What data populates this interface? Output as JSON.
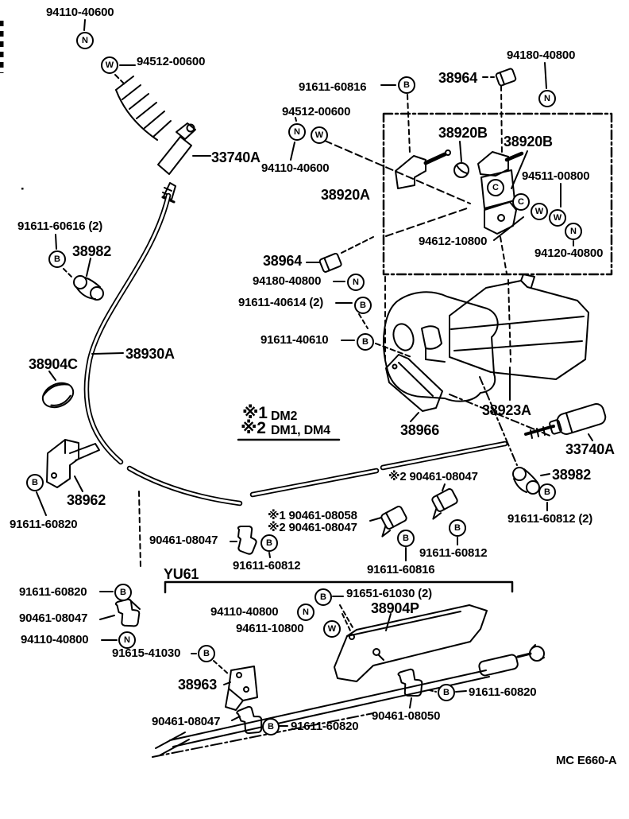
{
  "page": {
    "footer_code": "MC E660-A"
  },
  "legend": {
    "note1_mark": "※1",
    "note1_text": "DM2",
    "note2_mark": "※2",
    "note2_text": "DM1, DM4"
  },
  "group_bracket": {
    "label": "YU61"
  },
  "labels": [
    {
      "text": "94110-40600"
    },
    {
      "text": "94512-00600"
    },
    {
      "text": "33740A"
    },
    {
      "text": "91611-60816"
    },
    {
      "text": "38964"
    },
    {
      "text": "94180-40800"
    },
    {
      "text": "94512-00600"
    },
    {
      "text": "94110-40600"
    },
    {
      "text": "38920B"
    },
    {
      "text": "38920B"
    },
    {
      "text": "38920A"
    },
    {
      "text": "94511-00800"
    },
    {
      "text": "94612-10800"
    },
    {
      "text": "94120-40800"
    },
    {
      "text": "38964"
    },
    {
      "text": "94180-40800"
    },
    {
      "text": "91611-40614 (2)"
    },
    {
      "text": "91611-40610"
    },
    {
      "text": "91611-60616 (2)"
    },
    {
      "text": "38982"
    },
    {
      "text": "38930A"
    },
    {
      "text": "38904C"
    },
    {
      "text": "38962"
    },
    {
      "text": "91611-60820"
    },
    {
      "text": "38966"
    },
    {
      "text": "38923A"
    },
    {
      "text": "33740A"
    },
    {
      "text": "38982"
    },
    {
      "text": "91611-60812 (2)"
    },
    {
      "text": "※2 90461-08047"
    },
    {
      "text": "※1 90461-08058"
    },
    {
      "text": "※2 90461-08047"
    },
    {
      "text": "91611-60816"
    },
    {
      "text": "91611-60812"
    },
    {
      "text": "90461-08047"
    },
    {
      "text": "91611-60812"
    },
    {
      "text": "91651-61030 (2)"
    },
    {
      "text": "38904P"
    },
    {
      "text": "94110-40800"
    },
    {
      "text": "94611-10800"
    },
    {
      "text": "91611-60820"
    },
    {
      "text": "90461-08047"
    },
    {
      "text": "94110-40800"
    },
    {
      "text": "91615-41030"
    },
    {
      "text": "38963"
    },
    {
      "text": "90461-08047"
    },
    {
      "text": "91611-60820"
    },
    {
      "text": "90461-08050"
    },
    {
      "text": "91611-60820"
    }
  ],
  "fasteners": [
    {
      "letter": "N"
    },
    {
      "letter": "W"
    },
    {
      "letter": "B"
    },
    {
      "letter": "N"
    },
    {
      "letter": "N"
    },
    {
      "letter": "W"
    },
    {
      "letter": "C"
    },
    {
      "letter": "C"
    },
    {
      "letter": "W"
    },
    {
      "letter": "W"
    },
    {
      "letter": "N"
    },
    {
      "letter": "N"
    },
    {
      "letter": "B"
    },
    {
      "letter": "B"
    },
    {
      "letter": "B"
    },
    {
      "letter": "B"
    },
    {
      "letter": "B"
    },
    {
      "letter": "B"
    },
    {
      "letter": "B"
    },
    {
      "letter": "B"
    },
    {
      "letter": "B"
    },
    {
      "letter": "N"
    },
    {
      "letter": "W"
    },
    {
      "letter": "B"
    },
    {
      "letter": "N"
    },
    {
      "letter": "B"
    },
    {
      "letter": "B"
    },
    {
      "letter": "B"
    }
  ]
}
